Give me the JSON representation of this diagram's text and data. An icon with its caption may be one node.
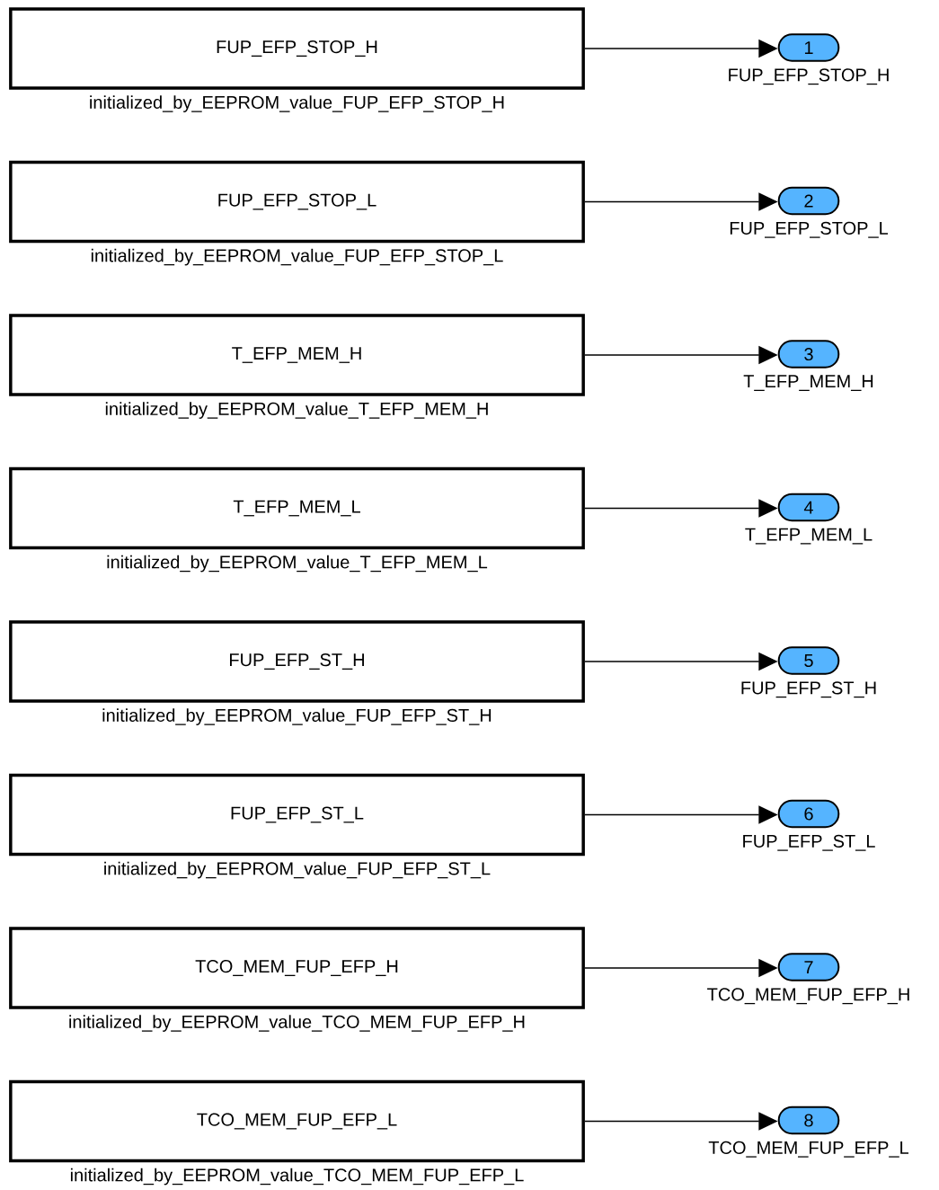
{
  "diagram": {
    "nodes": [
      {
        "text": [
          "FUP_EFP_STOP_H"
        ],
        "beside": [
          "initialized_by_EEPROM_value_FUP_EFP_STOP_H"
        ]
      },
      {
        "text": [
          "1"
        ],
        "beside": [
          "FUP_EFP_STOP_H"
        ]
      },
      {
        "text": [
          "FUP_EFP_STOP_L"
        ],
        "beside": [
          "initialized_by_EEPROM_value_FUP_EFP_STOP_L"
        ]
      },
      {
        "text": [
          "2"
        ],
        "beside": [
          "FUP_EFP_STOP_L"
        ]
      },
      {
        "text": [
          "T_EFP_MEM_H"
        ],
        "beside": [
          "initialized_by_EEPROM_value_T_EFP_MEM_H"
        ]
      },
      {
        "text": [
          "3"
        ],
        "beside": [
          "T_EFP_MEM_H"
        ]
      },
      {
        "text": [
          "T_EFP_MEM_L"
        ],
        "beside": [
          "initialized_by_EEPROM_value_T_EFP_MEM_L"
        ]
      },
      {
        "text": [
          "4"
        ],
        "beside": [
          "T_EFP_MEM_L"
        ]
      },
      {
        "text": [
          "FUP_EFP_ST_H"
        ],
        "beside": [
          "initialized_by_EEPROM_value_FUP_EFP_ST_H"
        ]
      },
      {
        "text": [
          "5"
        ],
        "beside": [
          "FUP_EFP_ST_H"
        ]
      },
      {
        "text": [
          "FUP_EFP_ST_L"
        ],
        "beside": [
          "initialized_by_EEPROM_value_FUP_EFP_ST_L"
        ]
      },
      {
        "text": [
          "6"
        ],
        "beside": [
          "FUP_EFP_ST_L"
        ]
      },
      {
        "text": [
          "TCO_MEM_FUP_EFP_H"
        ],
        "beside": [
          "initialized_by_EEPROM_value_TCO_MEM_FUP_EFP_H"
        ]
      },
      {
        "text": [
          "7"
        ],
        "beside": [
          "TCO_MEM_FUP_EFP_H"
        ]
      },
      {
        "text": [
          "TCO_MEM_FUP_EFP_L"
        ],
        "beside": [
          "initialized_by_EEPROM_value_TCO_MEM_FUP_EFP_L"
        ]
      },
      {
        "text": [
          "8"
        ],
        "beside": [
          "TCO_MEM_FUP_EFP_L"
        ]
      }
    ],
    "edges": [
      {
        "from": 0,
        "to": 1,
        "arrow": "to"
      },
      {
        "from": 2,
        "to": 3,
        "arrow": "to"
      },
      {
        "from": 4,
        "to": 5,
        "arrow": "to"
      },
      {
        "from": 6,
        "to": 7,
        "arrow": "to"
      },
      {
        "from": 8,
        "to": 9,
        "arrow": "to"
      },
      {
        "from": 10,
        "to": 11,
        "arrow": "to"
      },
      {
        "from": 12,
        "to": 13,
        "arrow": "to"
      },
      {
        "from": 14,
        "to": 15,
        "arrow": "to"
      }
    ]
  }
}
